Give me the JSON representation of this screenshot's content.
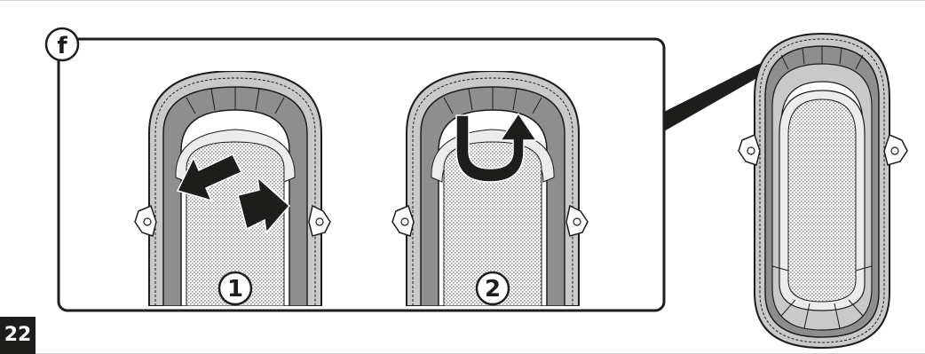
{
  "page": {
    "number": "22"
  },
  "figure": {
    "label": "f",
    "steps": [
      {
        "label": "1"
      },
      {
        "label": "2"
      }
    ]
  },
  "colors": {
    "ink": "#1d1d1b",
    "fabric_dark": "#8e8e8e",
    "fabric_mid": "#c9c9c9",
    "fabric_light": "#ececec",
    "mesh": "#bcbcbc",
    "page_badge": "#1d1d1b"
  },
  "icons": [
    "arrow-left-icon",
    "arrow-right-icon",
    "u-turn-arrow-icon",
    "buckle-icon"
  ]
}
